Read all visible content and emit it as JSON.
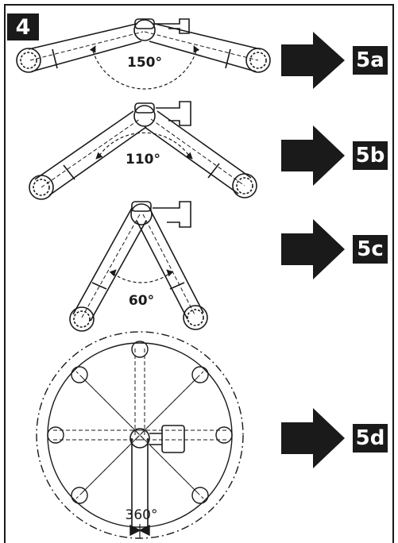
{
  "step": "4",
  "rows": [
    {
      "angle": "150°",
      "next": "5a"
    },
    {
      "angle": "110°",
      "next": "5b"
    },
    {
      "angle": "60°",
      "next": "5c"
    },
    {
      "angle": "360°",
      "next": "5d"
    }
  ],
  "colors": {
    "ink": "#1a1a1a",
    "paper": "#ffffff"
  }
}
